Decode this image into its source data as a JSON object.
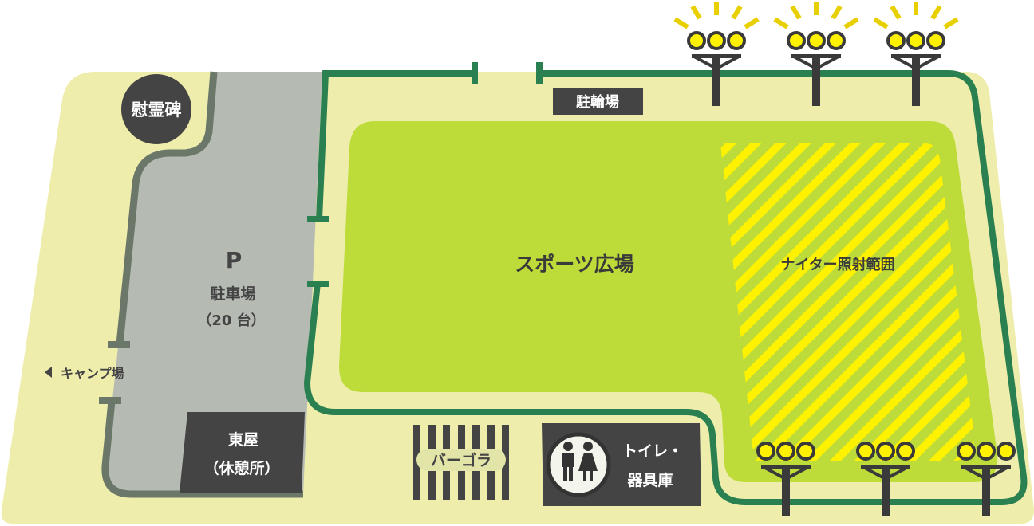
{
  "colors": {
    "ground": "#EEEDAB",
    "field": "#BDDC3A",
    "fence": "#2A8050",
    "parking": "#B5BAB3",
    "parking_border": "#6B7769",
    "dark": "#444444",
    "light_yellow": "#FFF200",
    "ray_yellow": "#E8D000"
  },
  "labels": {
    "memorial": "慰霊碑",
    "parking_symbol": "P",
    "parking_name": "駐車場",
    "parking_capacity": "（20 台）",
    "camp": "キャンプ場",
    "arbor_line1": "東屋",
    "arbor_line2": "（休憩所）",
    "pergola": "バーゴラ",
    "toilet_line1": "トイレ・",
    "toilet_line2": "器具庫",
    "bicycle_parking": "駐輪場",
    "sports_field": "スポーツ広場",
    "night_lighting_area": "ナイター照射範囲"
  },
  "icons": {
    "toilet": "restroom-icon",
    "light": "floodlight-icon",
    "camp_arrow": "triangle-left-icon"
  }
}
